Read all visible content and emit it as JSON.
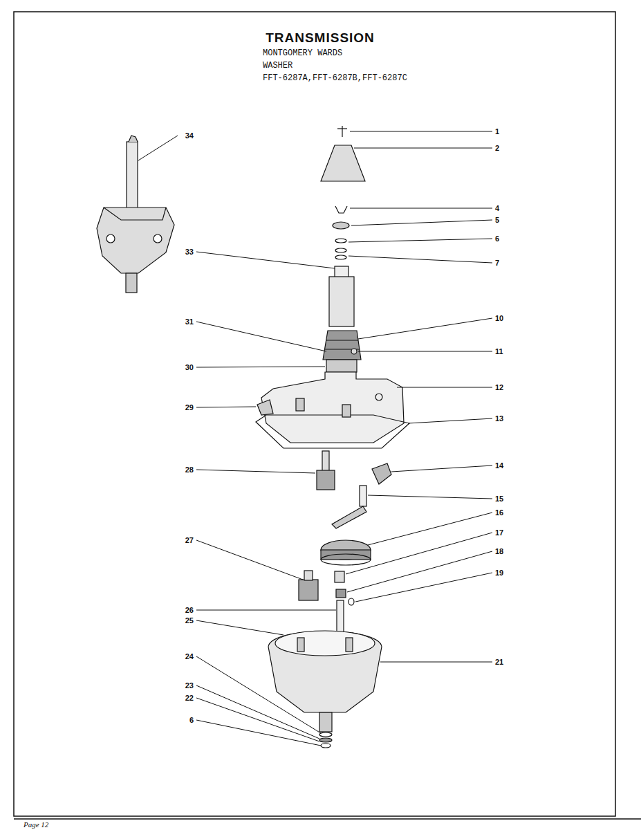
{
  "diagram": {
    "title": "TRANSMISSION",
    "labels": [
      "MONTGOMERY WARDS",
      "WASHER",
      "FFT-6287A,FFT-6287B,FFT-6287C",
      "34",
      "1",
      "2",
      "4",
      "5",
      "6",
      "7",
      "33",
      "10",
      "31",
      "11",
      "30",
      "12",
      "29",
      "13",
      "28",
      "14",
      "15",
      "16",
      "27",
      "17",
      "18",
      "19",
      "26",
      "25",
      "21",
      "24",
      "23",
      "22",
      "6",
      "Page 12"
    ]
  }
}
